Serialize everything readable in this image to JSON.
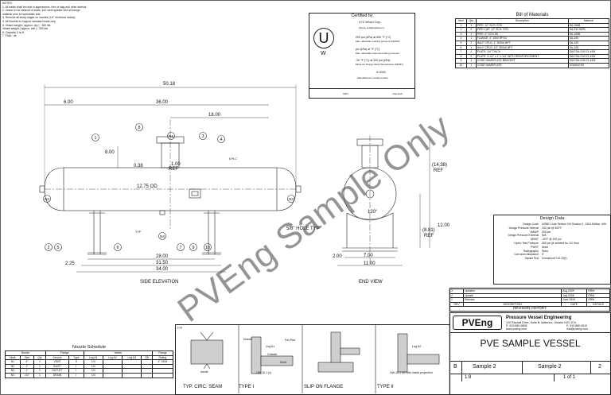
{
  "notes": {
    "title": "NOTES:",
    "lines": [
      "1. All welds shall be neat in appearance, free of slag and other defects.",
      "2. Vessel to be cleaned of scale, soil, weld splatter and all foreign",
      "    material prior to hydrostatic test.",
      "3. Remove all sharp edges on nozzles (1/4\" minimum radius)",
      "4. All Nozzles to support standard loads only.",
      "5. Vessel weight ( approx. dry ) : 350 lbs",
      "    Vessel weight ( approx. wet ) : 390 lbs",
      "6. Capacity 3 cu.ft.",
      "7. Fluid : air"
    ]
  },
  "certified": {
    "title": "Certified by",
    "mark": "U",
    "mark_sub": "W",
    "manufacturer": "XYZ Vessel Corp.",
    "manufacturer_label": "(Name of Manufacturer)",
    "mawp_value": "200",
    "mawp_unit": "psi (kPa) at",
    "mawp_temp": "500",
    "mawp_temp_unit": "°F (°C)",
    "mawp_label": "Max. allowable working pressure (MAWP)",
    "ext_unit": "psi (kPa) at",
    "ext_temp_unit": "°F (°C)",
    "ext_label": "Max. allowable external working pressure",
    "mdmt_value": "-20",
    "mdmt_unit": "°F (°C) at",
    "mdmt_p": "200",
    "mdmt_p_unit": "psi (kPa)",
    "mdmt_label": "Minimum Design Metal Temperature (MDMT)",
    "serial": "S-0000",
    "serial_label": "Manufacturer's serial number",
    "crn": "CRN",
    "year": "Year built"
  },
  "bom": {
    "title": "Bill of Materials",
    "headers": [
      "Item",
      "Qty",
      "Description",
      "Material"
    ],
    "rows": [
      [
        "1",
        "1",
        "PIPE: 12\" SCH. STD.",
        "SA-106B"
      ],
      [
        "2",
        "2",
        "PIPE CAP: 12\" SCH. STD.",
        "SA-234 WPB"
      ],
      [
        "3",
        "1",
        "PIPE: 4\" SCH. 80",
        "SA-106B"
      ],
      [
        "4",
        "1",
        "FLANGE: 4\" 150# RFSO",
        "SA-105"
      ],
      [
        "5",
        "2",
        "HALF CPLG: 1\" 3000# NPT",
        "SA-105"
      ],
      [
        "6",
        "1",
        "HALF CPLG: 1/2\" 3000# NPT",
        "SA-105"
      ],
      [
        "7",
        "2",
        "PLATE: 1/4\" THICK",
        "SA/CSA-G40.21 44W"
      ],
      [
        "8",
        "2",
        "PLATE: 3-1/2\" x 1\" x 1/4\" WITH REINFORCEMENT",
        "SA/CSA-G40.21 44W"
      ],
      [
        "9",
        "1",
        "CODE NAMEPLATE BRACKET",
        "SA/CSA-G40.21 44W"
      ],
      [
        "10",
        "1",
        "CODE NAMEPLATE",
        "STAINLESS"
      ]
    ]
  },
  "elevation": {
    "dims": {
      "overall": "50.18",
      "d600": "6.00",
      "d3600": "36.00",
      "d1800": "18.00",
      "d800": "8.00",
      "d038": "0.38",
      "d100": "1.00",
      "ref": "REF",
      "d1275": "12.75 OD",
      "d2800": "28.00",
      "d3150": "31.50",
      "d3400": "34.00",
      "d225": "2.25",
      "plc": "6 PLC",
      "typ": "TYP"
    },
    "balloons": [
      "1",
      "2",
      "3",
      "4",
      "5",
      "6",
      "7",
      "8",
      "9",
      "10"
    ],
    "nozzles": [
      "N1",
      "N2",
      "N3",
      "N4"
    ],
    "caption": "SIDE ELEVATION"
  },
  "endview": {
    "dims": {
      "d1438": "(14.38)",
      "ref": "REF",
      "d120": "120°",
      "d881": "(8.81)",
      "d1200": "12.00",
      "hole": "5/8\" HOLE TYP",
      "d200": "2.00",
      "d700": "7.00",
      "d1100": "11.00"
    },
    "caption": "END VIEW"
  },
  "design": {
    "title": "Design Data",
    "rows": [
      [
        "Design Code",
        "ASME Code Section VIII Division 1, 2004 Edition, A06"
      ],
      [
        "Design Pressure Internal",
        "200 psi @ 500°F"
      ],
      [
        "MAWP",
        "200 psi"
      ],
      [
        "Design Pressure External",
        "N/A"
      ],
      [
        "MDMT",
        "-20°F @ 200 psi"
      ],
      [
        "Hydro Test Pressure",
        "260 psi @ ambient for 1/2 Hour"
      ],
      [
        "PWHT",
        "None"
      ],
      [
        "Radiography",
        "None"
      ],
      [
        "Corrosion Allowance",
        "0\""
      ],
      [
        "Impact Test",
        "Exempt per UG-20(f)"
      ]
    ]
  },
  "revision": {
    "rows": [
      [
        "3",
        "Updates",
        "Aug 2009",
        "RRM"
      ],
      [
        "2",
        "Update",
        "July 2006",
        "RRM"
      ],
      [
        "1",
        "Release",
        "June 2006",
        "RRM"
      ]
    ],
    "headers": [
      "REV",
      "DESCRIPTION",
      "DATE",
      "INITIALS"
    ],
    "title": "REVISION HISTORY"
  },
  "titleblock": {
    "logo": "PVEng",
    "company": "Pressure Vessel Engineering",
    "addr1": "120 Randall Drive, Suite B, Waterloo, Ontario N2V 1C6",
    "phone": "P: 519.880.9808",
    "fax": "F: 519.880.9810",
    "web": "www.pveng.com",
    "email": "info@pveng.com",
    "project_title": "PVE SAMPLE VESSEL",
    "size": "B",
    "dwg1": "Sample 2",
    "dwg2": "Sample 2",
    "rev": "2",
    "scale": "1:8",
    "sheet": "1 of 1"
  },
  "nozzle_schedule": {
    "title": "Nozzle Schedule",
    "group_nozzle": "Nozzle",
    "group_flange": "Flange",
    "group_welds": "Welds",
    "group_flange2": "Flange",
    "headers": [
      "Mark",
      "Size",
      "Qty",
      "Service",
      "Type",
      "Leg A1",
      "Leg A2",
      "Leg A3",
      "SB",
      "Rating"
    ],
    "rows": [
      [
        "N1",
        "4\"",
        "1",
        "VENT",
        "II",
        "1/4",
        "",
        "",
        "",
        "4\" 150#"
      ],
      [
        "N2",
        "1\"",
        "1",
        "INLET",
        "I",
        "1/4",
        "",
        "",
        "",
        ""
      ],
      [
        "N3",
        "1\"",
        "1",
        "OUTLET",
        "I",
        "1/4",
        "",
        "",
        "",
        ""
      ],
      [
        "N4",
        "1/2\"",
        "1",
        "DRAIN",
        "I",
        "1/4",
        "",
        "",
        "",
        ""
      ]
    ]
  },
  "welds": {
    "captions": [
      "TYP. CIRC. SEAM",
      "TYPE I",
      "SLIP ON FLANGE",
      "TYPE II"
    ],
    "labels": {
      "typ": "TYP.",
      "inside": "Inside",
      "outside": "Outside",
      "nozzle": "Nozzle",
      "shell": "Shell",
      "leg_a1": "Leg A1",
      "leg_a2": "Leg A2",
      "full_pen": "Full Pen.",
      "note1": "UW-16.1 (c)",
      "note2": "UW-16.1 (d) with inside projection"
    }
  },
  "watermark": "PVEng Sample Only",
  "colors": {
    "line": "#222222",
    "watermark": "#555555"
  }
}
